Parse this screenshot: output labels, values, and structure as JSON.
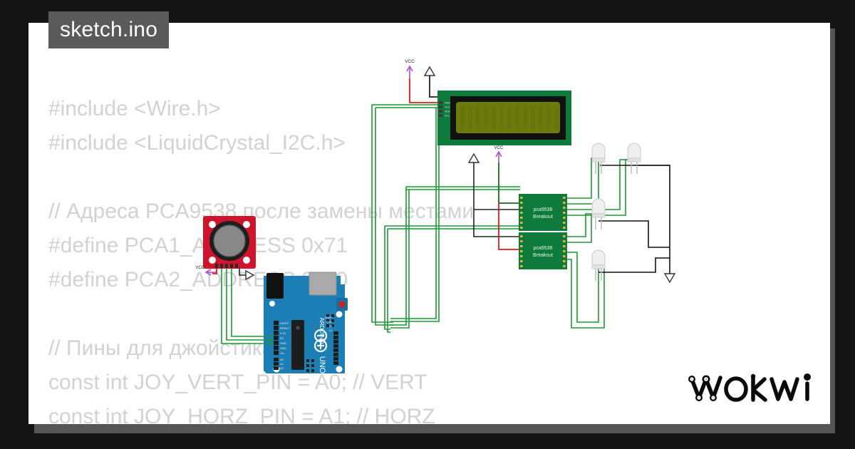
{
  "window": {
    "background_color": "#141414",
    "canvas_color": "#ffffff",
    "shadow_color": "#555555"
  },
  "file_tab": {
    "label": "sketch.ino",
    "background": "#5a5a5a",
    "text_color": "#ffffff"
  },
  "code": {
    "text_color": "#d2d2d2",
    "lines": [
      "#include <Wire.h>",
      "#include <LiquidCrystal_I2C.h>",
      "",
      "// Адреса PCA9538 после замены местами",
      "#define PCA1_ADDRESS 0x71",
      "#define PCA2_ADDRESS 0x70",
      "",
      "// Пины для джойстика",
      "const int JOY_VERT_PIN = A0; // VERT",
      "const int JOY_HORZ_PIN = A1; // HORZ"
    ]
  },
  "schematic": {
    "lcd": {
      "name": "LCD1602 I2C display",
      "board_color": "#0e7a3c",
      "screen_color": "#6f7a0d",
      "bezel_color": "#111111",
      "pins": [
        "GND",
        "VCC",
        "SDA",
        "SCL"
      ]
    },
    "arduino": {
      "name": "Arduino UNO",
      "board_color": "#1b7fb5",
      "brand": "ARDUINO",
      "model": "UNO",
      "left_header_labels": [
        "IOREF",
        "RESET",
        "3.3V",
        "5V",
        "GND",
        "GND",
        "Vin"
      ],
      "analog_labels": [
        "A0",
        "A1",
        "A2",
        "A3",
        "A4",
        "A5"
      ],
      "analog_group": "ANALOG IN",
      "right_header_labels": [
        "AREF",
        "GND",
        "13",
        "12",
        "~11",
        "~10",
        "~9",
        "8"
      ],
      "digital_group": "DIGITAL (PWM~)",
      "right_header_labels2": [
        "7",
        "~6",
        "~5",
        "4",
        "~3",
        "2",
        "TX 1",
        "RX 0"
      ]
    },
    "joystick": {
      "name": "Analog joystick module",
      "board_color": "#cf142b",
      "knob_color": "#222222",
      "cap_color": "#888888"
    },
    "expanders": [
      {
        "name": "pca9538 Breakout",
        "line1": "pca9538",
        "line2": "Breakout",
        "board_color": "#0e7a3c"
      },
      {
        "name": "pca9538 Breakout",
        "line1": "pca9538",
        "line2": "Breakout",
        "board_color": "#0e7a3c"
      }
    ],
    "leds": [
      {
        "name": "led-1",
        "color": "#e8e8e8"
      },
      {
        "name": "led-2",
        "color": "#e8e8e8"
      },
      {
        "name": "led-3",
        "color": "#e8e8e8"
      },
      {
        "name": "led-4",
        "color": "#e8e8e8"
      }
    ],
    "power_symbols": [
      {
        "label": "VCC",
        "kind": "vcc",
        "color": "#b14ed1"
      },
      {
        "label": "VCC",
        "kind": "vcc",
        "color": "#b14ed1"
      }
    ],
    "ground_symbols": 3,
    "wire_colors": {
      "signal": "#1a9a32",
      "power": "#e11919",
      "ground": "#111111",
      "vcc_marker": "#b14ed1"
    }
  },
  "branding": {
    "logo_text": "WOKWi",
    "logo_color": "#0a0a0a"
  }
}
